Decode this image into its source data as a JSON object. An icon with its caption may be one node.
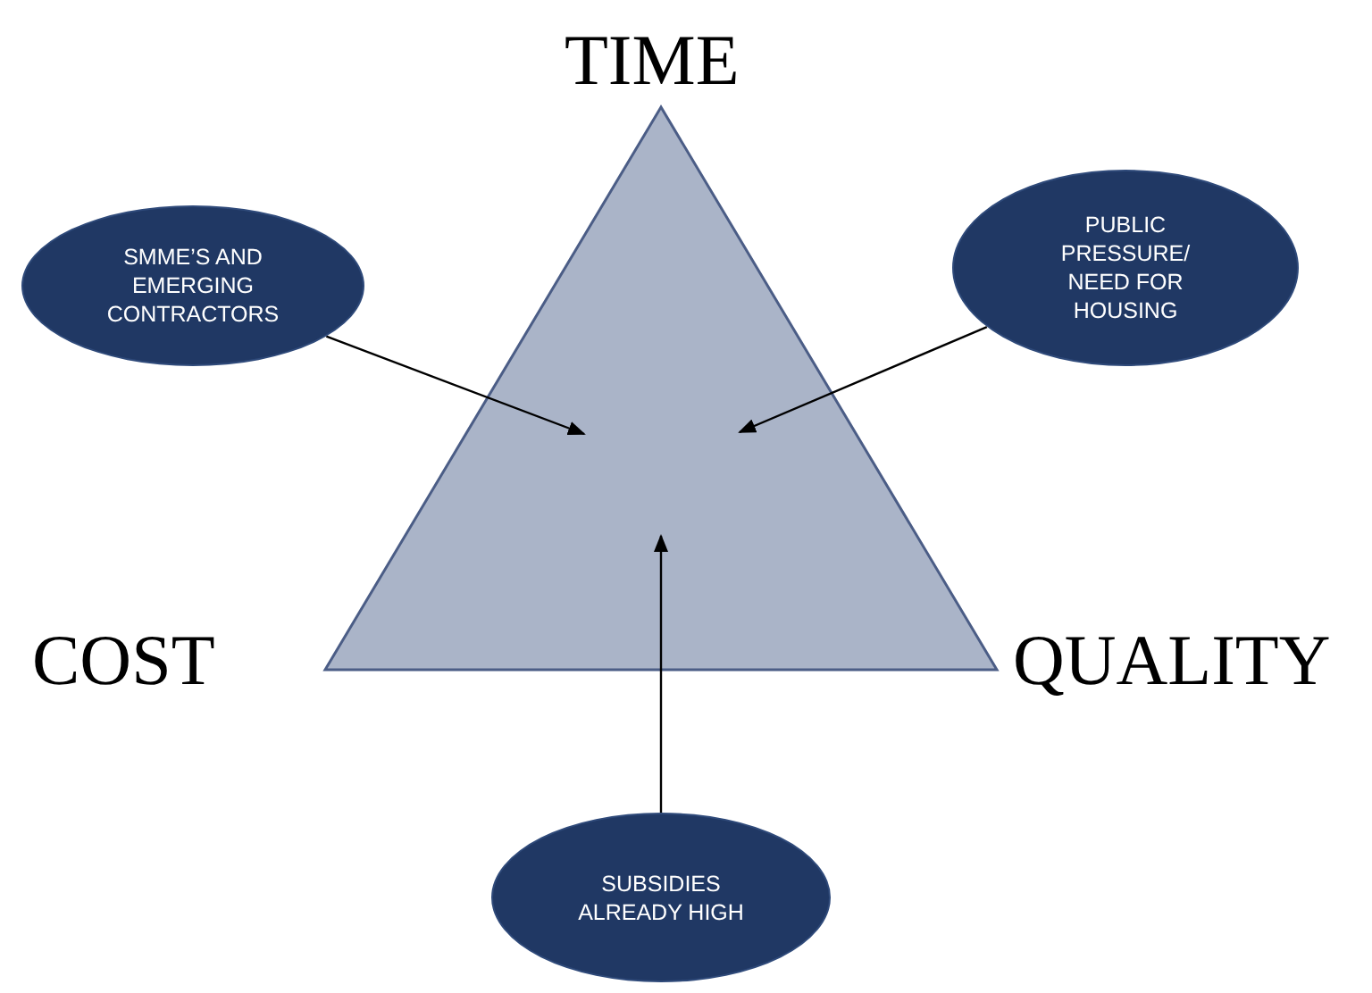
{
  "diagram": {
    "nodes": [
      {
        "text": [],
        "shape": "triangle"
      },
      {
        "text": [
          "SMME’S AND EMERGING CONTRACTORS"
        ]
      },
      {
        "text": [
          "PUBLIC PRESSURE/ NEED FOR HOUSING"
        ]
      },
      {
        "text": [
          "SUBSIDIES ALREADY HIGH"
        ]
      }
    ],
    "edges": [
      {
        "from": 1,
        "to": 0,
        "arrow": "to"
      },
      {
        "from": 2,
        "to": 0,
        "arrow": "to"
      },
      {
        "from": 3,
        "to": 0,
        "arrow": "to"
      }
    ],
    "labels": [
      "TIME",
      "COST",
      "QUALITY"
    ]
  }
}
